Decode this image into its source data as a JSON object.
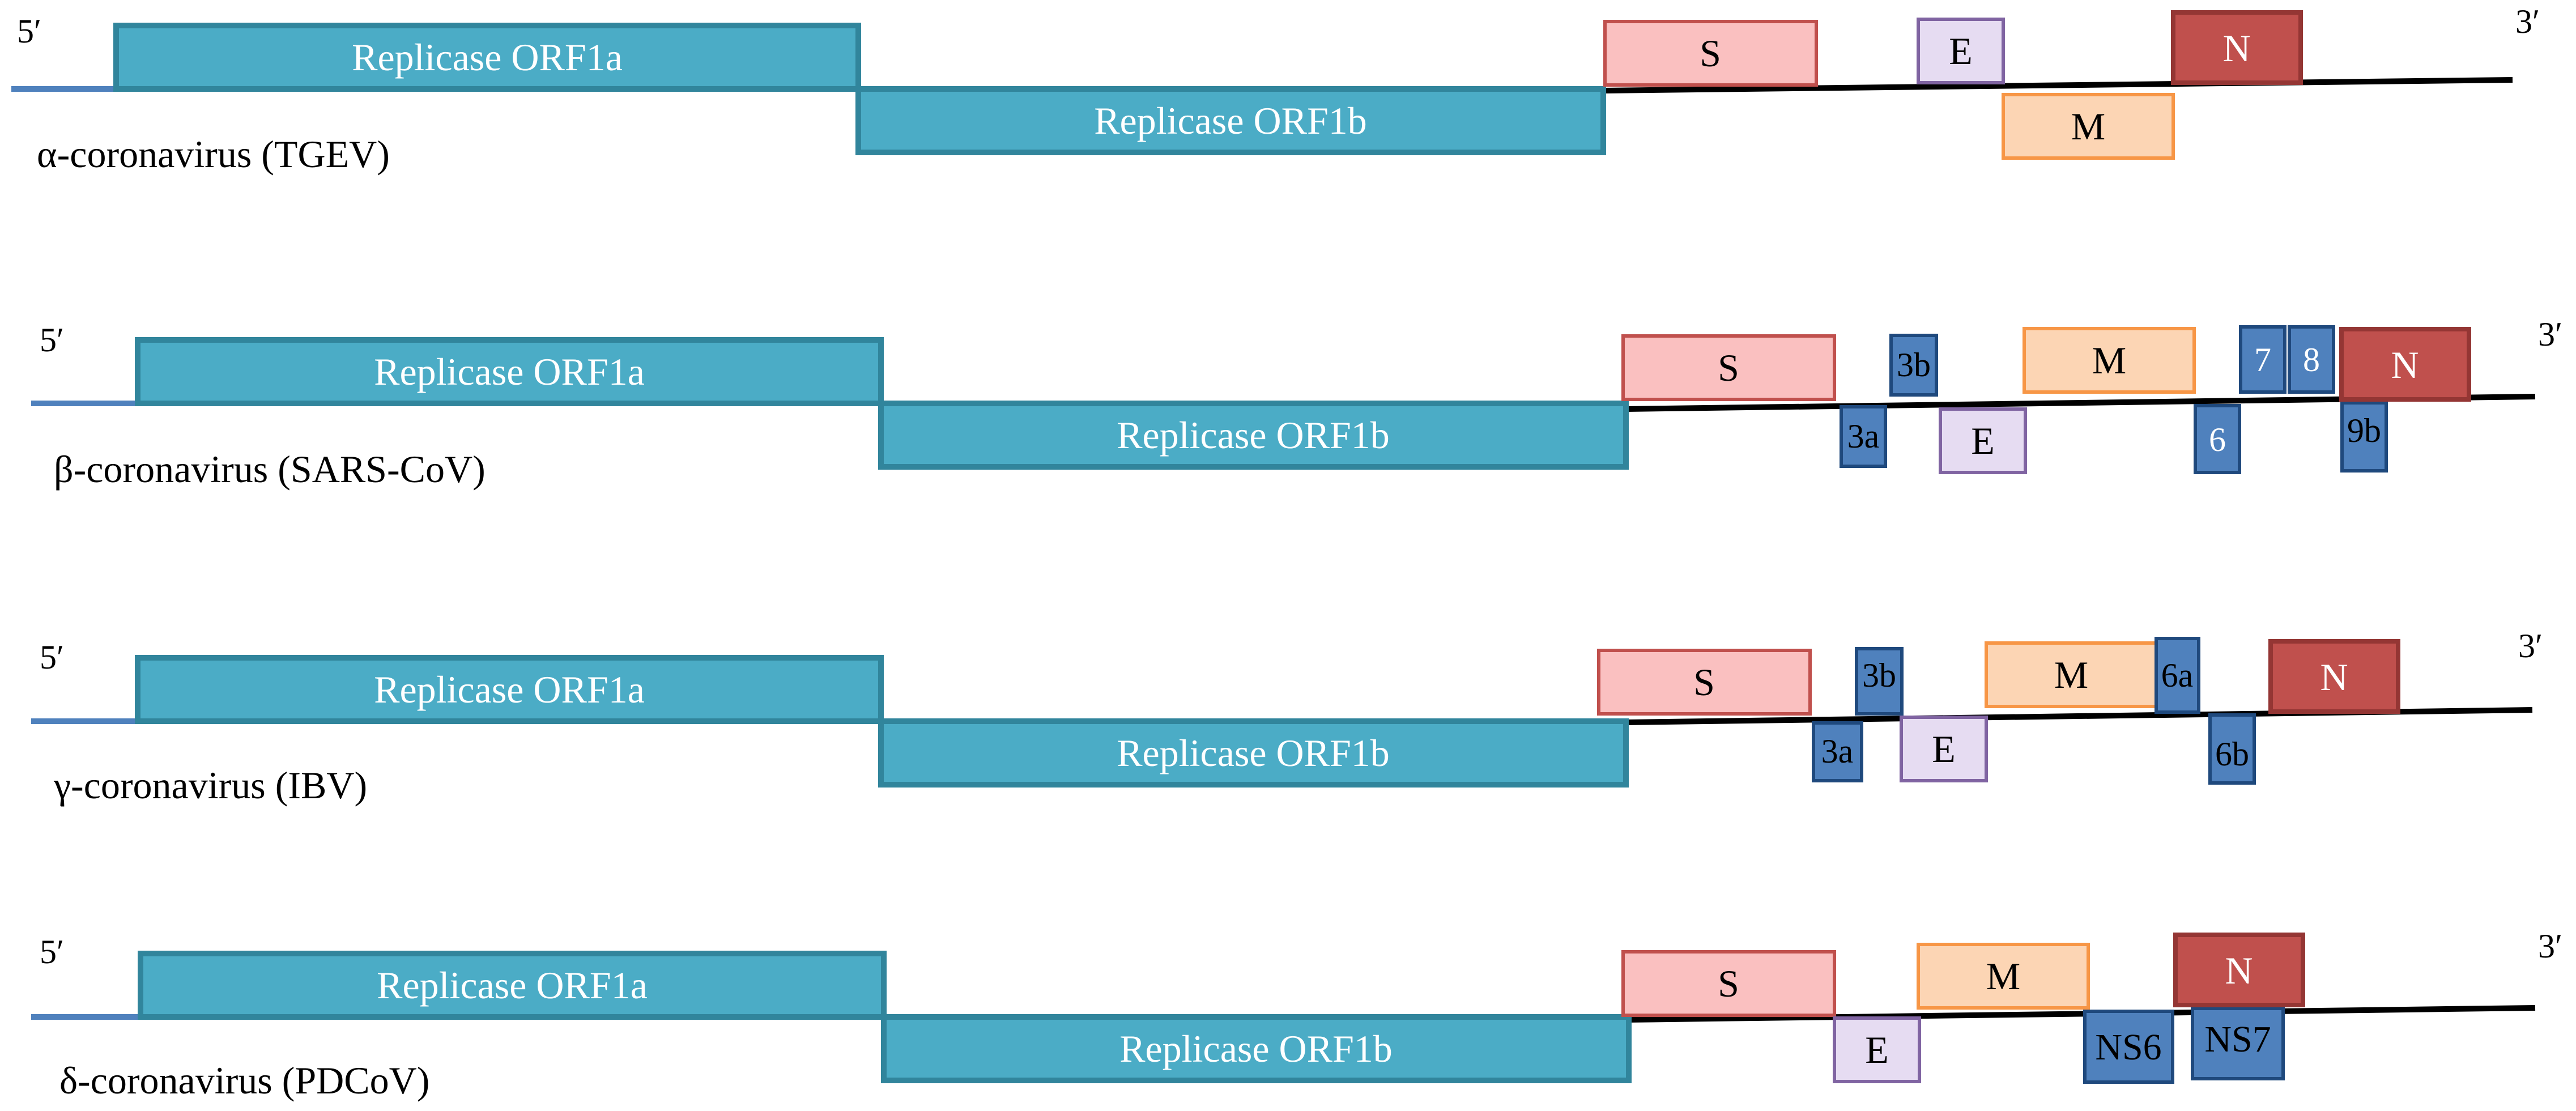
{
  "rows": [
    {
      "label": "α-coronavirus (TGEV)",
      "five_prime": "5′",
      "three_prime": "3′",
      "genes": [
        "Replicase ORF1a",
        "Replicase ORF1b",
        "S",
        "E",
        "M",
        "N"
      ]
    },
    {
      "label": "β-coronavirus (SARS-CoV)",
      "five_prime": "5′",
      "three_prime": "3′",
      "genes": [
        "Replicase ORF1a",
        "Replicase ORF1b",
        "S",
        "3a",
        "3b",
        "E",
        "M",
        "6",
        "7",
        "8",
        "9b",
        "N"
      ]
    },
    {
      "label": "γ-coronavirus (IBV)",
      "five_prime": "5′",
      "three_prime": "3′",
      "genes": [
        "Replicase ORF1a",
        "Replicase ORF1b",
        "S",
        "3a",
        "3b",
        "E",
        "M",
        "6a",
        "6b",
        "N"
      ]
    },
    {
      "label": "δ-coronavirus (PDCoV)",
      "five_prime": "5′",
      "three_prime": "3′",
      "genes": [
        "Replicase ORF1a",
        "Replicase ORF1b",
        "S",
        "E",
        "M",
        "NS6",
        "NS7",
        "N"
      ]
    }
  ],
  "colors": {
    "replicase_fill": "#4BACC6",
    "replicase_border": "#31859C",
    "s_fill": "#FAC0C0",
    "s_border": "#C0504D",
    "e_fill": "#E6DCF2",
    "e_border": "#8064A2",
    "m_fill": "#FCD5B4",
    "m_border": "#F79646",
    "n_fill": "#C0504D",
    "n_border": "#943634",
    "accessory_fill": "#4F81BD",
    "accessory_border": "#1F497D",
    "genome_5prime_line": "#4F81BD",
    "genome_line": "#000000"
  }
}
